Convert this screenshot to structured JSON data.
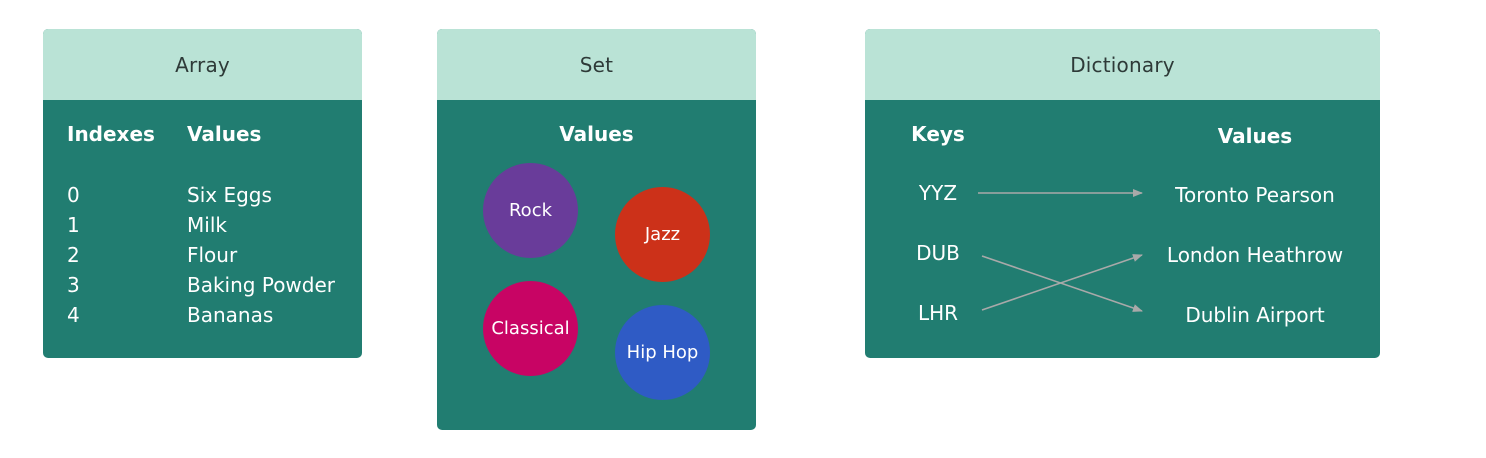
{
  "array": {
    "title": "Array",
    "index_header": "Indexes",
    "value_header": "Values",
    "rows": [
      {
        "index": "0",
        "value": "Six Eggs"
      },
      {
        "index": "1",
        "value": "Milk"
      },
      {
        "index": "2",
        "value": "Flour"
      },
      {
        "index": "3",
        "value": "Baking Powder"
      },
      {
        "index": "4",
        "value": "Bananas"
      }
    ]
  },
  "set": {
    "title": "Set",
    "value_header": "Values",
    "items": [
      {
        "label": "Rock",
        "color": "#693C9A"
      },
      {
        "label": "Jazz",
        "color": "#CC3119"
      },
      {
        "label": "Classical",
        "color": "#C80464"
      },
      {
        "label": "Hip Hop",
        "color": "#2F5BC5"
      }
    ]
  },
  "dictionary": {
    "title": "Dictionary",
    "key_header": "Keys",
    "value_header": "Values",
    "keys": [
      "YYZ",
      "DUB",
      "LHR"
    ],
    "values": [
      "Toronto Pearson",
      "London Heathrow",
      "Dublin Airport"
    ],
    "mappings": [
      {
        "key": "YYZ",
        "value": "Toronto Pearson"
      },
      {
        "key": "DUB",
        "value": "Dublin Airport"
      },
      {
        "key": "LHR",
        "value": "London Heathrow"
      }
    ]
  },
  "colors": {
    "card_body": "#217D71",
    "card_header": "#BAE3D6",
    "arrow": "#A9A9A9"
  }
}
